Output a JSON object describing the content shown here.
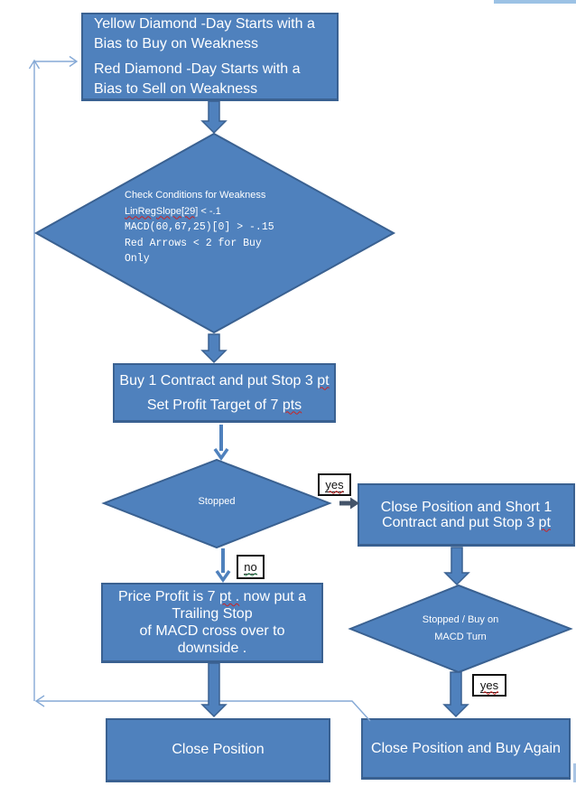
{
  "colors": {
    "shape_fill": "#4F81BD",
    "shape_border": "#3A6191",
    "connector": "#85A9D6",
    "dark_arrow": "#44546A",
    "squiggle_red": "#CC2222",
    "squiggle_green": "#2E8B57",
    "top_strip": "#9CC2E5",
    "text": "#FFFFFF"
  },
  "nodes": {
    "start_box": {
      "line1": "Yellow Diamond -Day Starts with a Bias to Buy on Weakness",
      "line2": "Red Diamond -Day Starts with a Bias to Sell on Weakness"
    },
    "check_diamond": {
      "line1": "Check  Conditions for Weakness",
      "line2_word": "LinRegSlope[29]",
      "line2_rest": " < -.1",
      "line3": "MACD(60,67,25)[0] > -.15",
      "line4": "Red Arrows < 2 for Buy",
      "line5": "Only"
    },
    "buy_box": {
      "line1_pre": "Buy 1 Contract and put Stop 3 ",
      "line1_word": "pt",
      "line2_pre": "Set Profit Target of 7 ",
      "line2_word": "pts"
    },
    "stopped_diamond": {
      "label": "Stopped"
    },
    "close_short_box": {
      "line_pre": "Close Position and Short 1 Contract and put Stop 3 ",
      "line_word": "pt"
    },
    "macd_diamond": {
      "line1": "Stopped / Buy on",
      "line2": "MACD Turn"
    },
    "price_profit_box": {
      "line1_pre": "Price Profit is 7 ",
      "line1_word": "pt .",
      "line1_post": " now put a Trailing Stop",
      "line2": "of MACD cross over to downside ."
    },
    "close_position_box": {
      "label": "Close Position"
    },
    "close_buy_again_box": {
      "label": "Close Position and Buy Again"
    }
  },
  "labels": {
    "yes1": "yes",
    "no1": "no",
    "yes2": "yes"
  }
}
